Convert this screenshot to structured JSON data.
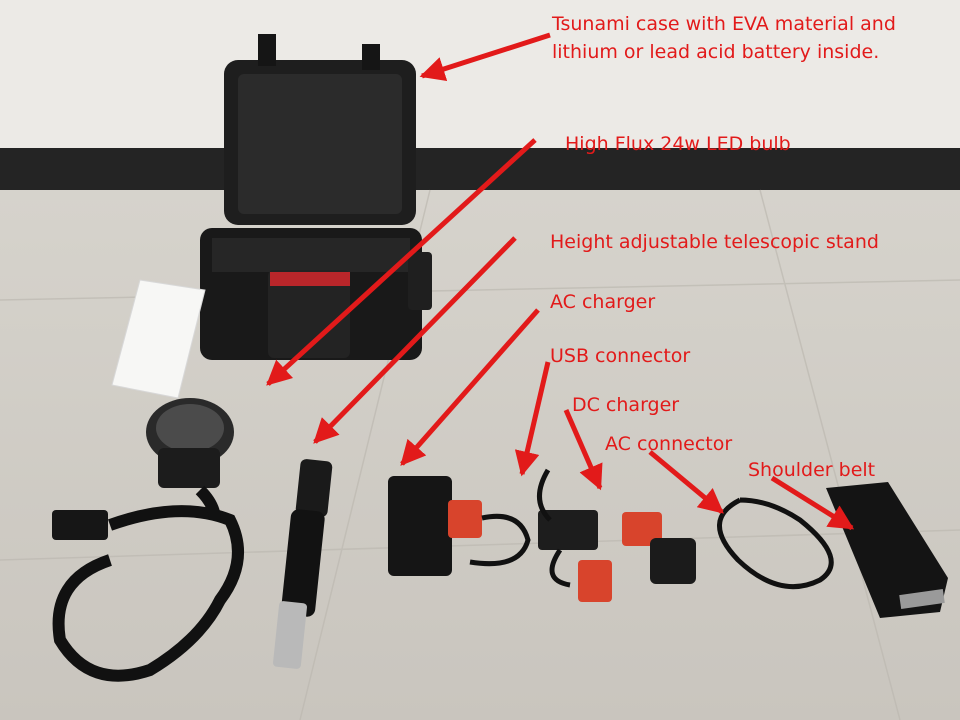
{
  "annotations": {
    "case": "Tsunami case with EVA material and\nlithium or lead acid battery inside.",
    "bulb": "High Flux 24w LED bulb",
    "stand": "Height adjustable telescopic stand",
    "ac_charger": "AC charger",
    "usb": "USB connector",
    "dc_charger": "DC charger",
    "ac_connector": "AC connector",
    "belt": "Shoulder belt"
  },
  "colors": {
    "annotation": "#e21a1a",
    "wall": "#e8e6e1",
    "floor": "#cfcbc4",
    "skirting": "#2a2a2a",
    "case": "#1c1c1c"
  }
}
